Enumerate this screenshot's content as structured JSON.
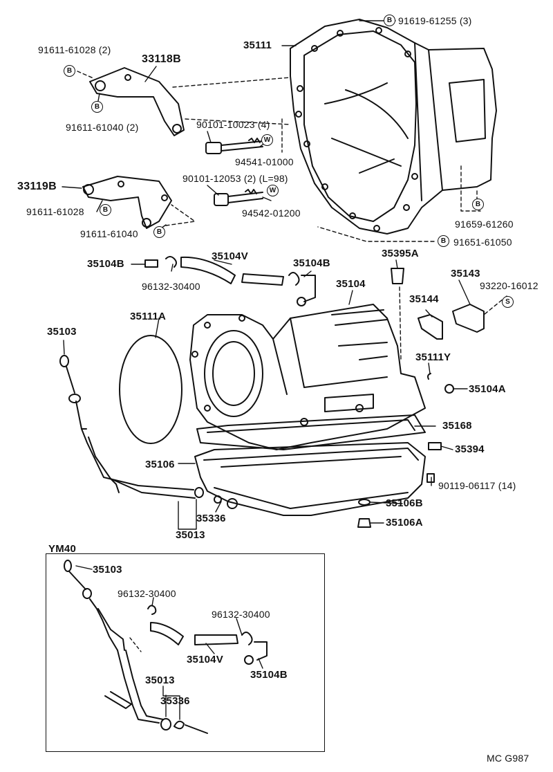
{
  "diagram": {
    "colors": {
      "ink": "#111111",
      "paper": "#ffffff"
    },
    "symbols": {
      "bolt": "B",
      "washer": "W",
      "screw": "S"
    },
    "labels": {
      "p35111": "35111",
      "p91619_61255": "91619-61255 (3)",
      "p91611_61028_top": "91611-61028 (2)",
      "p33118B": "33118B",
      "p91611_61040_top": "91611-61040 (2)",
      "p90101_10023": "90101-10023 (4)",
      "p94541_01000": "94541-01000",
      "p33119B": "33119B",
      "p90101_12053": "90101-12053 (2)  (L=98)",
      "p91611_61028_mid": "91611-61028",
      "p94542_01200": "94542-01200",
      "p91611_61040_mid": "91611-61040",
      "p91659_61260": "91659-61260",
      "p91651_61050": "91651-61050",
      "p35104V_top": "35104V",
      "p35104B_left": "35104B",
      "p35104B_right": "35104B",
      "p35395A": "35395A",
      "p35143": "35143",
      "p96132_30400_top": "96132-30400",
      "p35104": "35104",
      "p93220_16012": "93220-16012",
      "p35144": "35144",
      "p35111A": "35111A",
      "p35103_top": "35103",
      "p35111Y": "35111Y",
      "p35104A": "35104A",
      "p35168": "35168",
      "p35394": "35394",
      "p35106": "35106",
      "p90119_06117": "90119-06117 (14)",
      "p35106B": "35106B",
      "p35336_top": "35336",
      "p35106A": "35106A",
      "p35013_top": "35013",
      "pYM40": "YM40",
      "p35103_inset": "35103",
      "p96132_30400_inset1": "96132-30400",
      "p96132_30400_inset2": "96132-30400",
      "p35104V_inset": "35104V",
      "p35104B_inset": "35104B",
      "p35013_inset": "35013",
      "p35336_inset": "35336",
      "code": "MC  G987"
    }
  }
}
